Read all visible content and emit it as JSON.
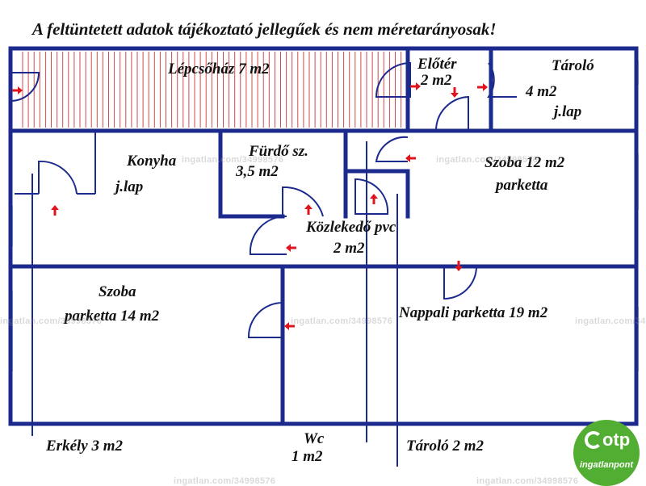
{
  "notice": "A feltüntetett adatok tájékoztató jellegűek és nem méretarányosak!",
  "rooms": {
    "stairwell": "Lépcsőház 7 m2",
    "hall_name": "Előtér",
    "hall_area": "2 m2",
    "storage_name": "Tároló",
    "storage_area": "4 m2",
    "storage_floor": "j.lap",
    "kitchen_name": "Konyha",
    "kitchen_floor": "j.lap",
    "bath_name": "Fürdő sz.",
    "bath_area": "3,5 m2",
    "room12_name": "Szoba 12 m2",
    "room12_floor": "parketta",
    "corridor_name": "Közlekedő pvc",
    "corridor_area": "2 m2",
    "room14_name": "Szoba",
    "room14_floor": "parketta 14 m2",
    "living": "Nappali parketta 19 m2",
    "balcony": "Erkély 3 m2",
    "wc_name": "Wc",
    "wc_area": "1 m2",
    "storage2": "Tároló 2 m2"
  },
  "watermark": "ingatlan.com/34998576",
  "logo": {
    "brand": "otp",
    "sub": "ingatlanpont",
    "color": "#52ae32"
  },
  "colors": {
    "wall": "#1b2a8c",
    "stair": "#d44a4a",
    "arrow": "#e0141e",
    "window": "#b6cbe0"
  }
}
